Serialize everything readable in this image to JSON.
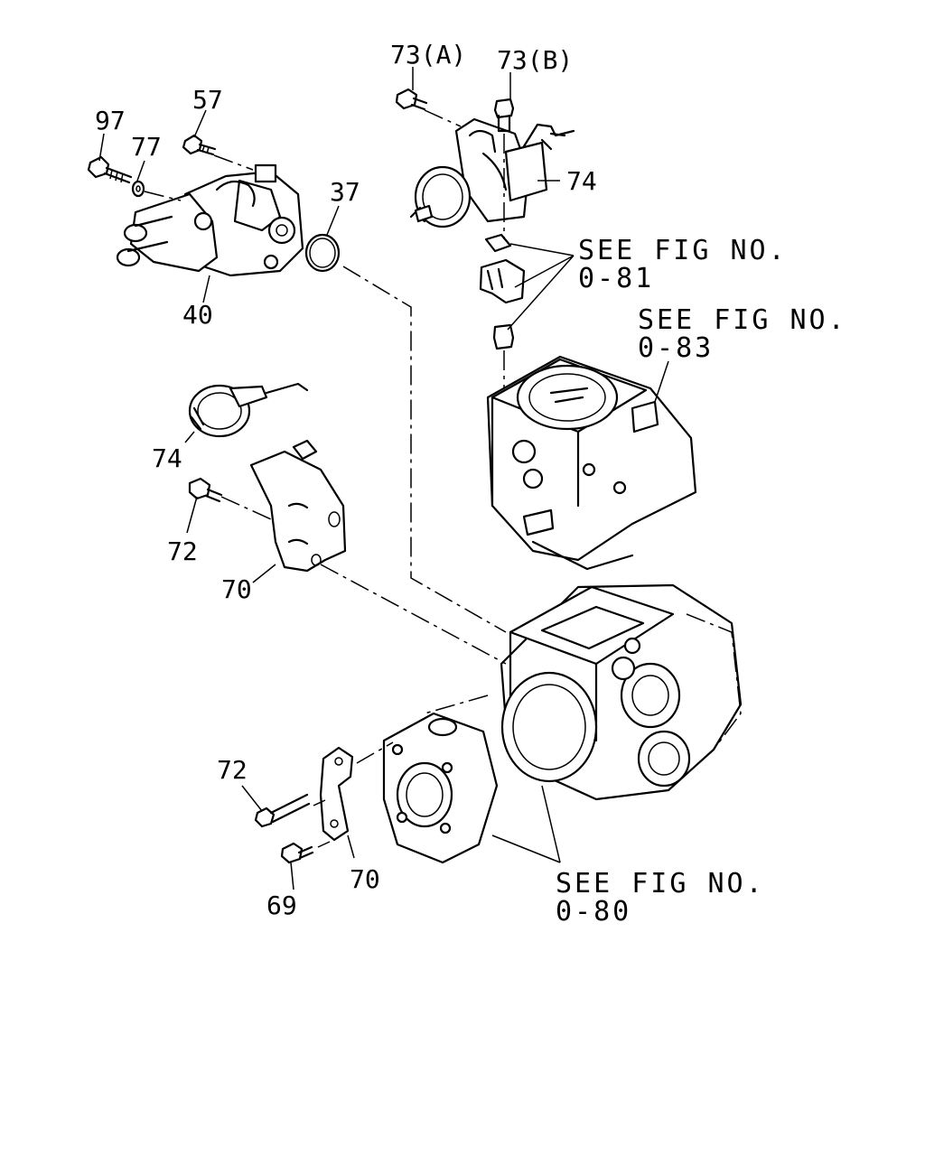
{
  "labels": {
    "p73a": "73(A)",
    "p73b": "73(B)",
    "p57": "57",
    "p97": "97",
    "p77": "77",
    "p37": "37",
    "p40": "40",
    "p74_top": "74",
    "p74_left": "74",
    "p72_upper": "72",
    "p70_upper": "70",
    "p72_lower": "72",
    "p70_lower": "70",
    "p69": "69"
  },
  "notes": {
    "fig081_line1": "SEE FIG NO.",
    "fig081_line2": "0-81",
    "fig083_line1": "SEE FIG NO.",
    "fig083_line2": "0-83",
    "fig080_line1": "SEE FIG NO.",
    "fig080_line2": "0-80"
  }
}
